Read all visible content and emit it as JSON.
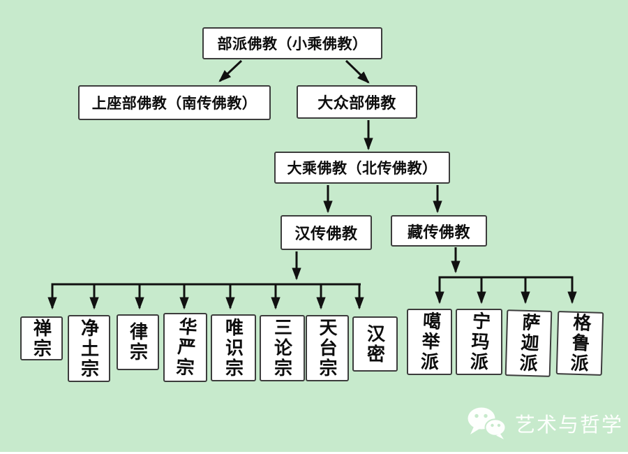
{
  "diagram": {
    "colors": {
      "background": "#c7eacc",
      "box_fill": "#ffffff",
      "box_border": "#3c3c3c",
      "line": "#111111",
      "watermark": "#ffffff"
    },
    "nodes": {
      "bupai": {
        "label": "部派佛教（小乘佛教）"
      },
      "shangzuobu": {
        "label": "上座部佛教（南传佛教）"
      },
      "dazhongbu": {
        "label": "大众部佛教"
      },
      "dacheng": {
        "label": "大乘佛教（北传佛教）"
      },
      "hanchuan": {
        "label": "汉传佛教"
      },
      "zangchuan": {
        "label": "藏传佛教"
      },
      "chanzong": {
        "label": "禅宗"
      },
      "jingtuzong": {
        "label": "净土宗"
      },
      "lvzong": {
        "label": "律宗"
      },
      "huayanzong": {
        "label": "华严宗"
      },
      "weishizong": {
        "label": "唯识宗"
      },
      "sanlunzong": {
        "label": "三论宗"
      },
      "tiantaizong": {
        "label": "天台宗"
      },
      "hanmi": {
        "label": "汉密"
      },
      "gajupai": {
        "label": "噶举派"
      },
      "ningmapai": {
        "label": "宁玛派"
      },
      "sajiapai": {
        "label": "萨迦派"
      },
      "gelupai": {
        "label": "格鲁派"
      }
    },
    "edges": [
      {
        "from": "bupai",
        "to": "shangzuobu"
      },
      {
        "from": "bupai",
        "to": "dazhongbu"
      },
      {
        "from": "dazhongbu",
        "to": "dacheng"
      },
      {
        "from": "dacheng",
        "to": "hanchuan"
      },
      {
        "from": "dacheng",
        "to": "zangchuan"
      },
      {
        "from": "hanchuan",
        "to": "chanzong"
      },
      {
        "from": "hanchuan",
        "to": "jingtuzong"
      },
      {
        "from": "hanchuan",
        "to": "lvzong"
      },
      {
        "from": "hanchuan",
        "to": "huayanzong"
      },
      {
        "from": "hanchuan",
        "to": "weishizong"
      },
      {
        "from": "hanchuan",
        "to": "sanlunzong"
      },
      {
        "from": "hanchuan",
        "to": "tiantaizong"
      },
      {
        "from": "hanchuan",
        "to": "hanmi"
      },
      {
        "from": "zangchuan",
        "to": "gajupai"
      },
      {
        "from": "zangchuan",
        "to": "ningmapai"
      },
      {
        "from": "zangchuan",
        "to": "sajiapai"
      },
      {
        "from": "zangchuan",
        "to": "gelupai"
      }
    ],
    "watermark": {
      "icon": "wechat-icon",
      "text": "艺术与哲学"
    }
  }
}
